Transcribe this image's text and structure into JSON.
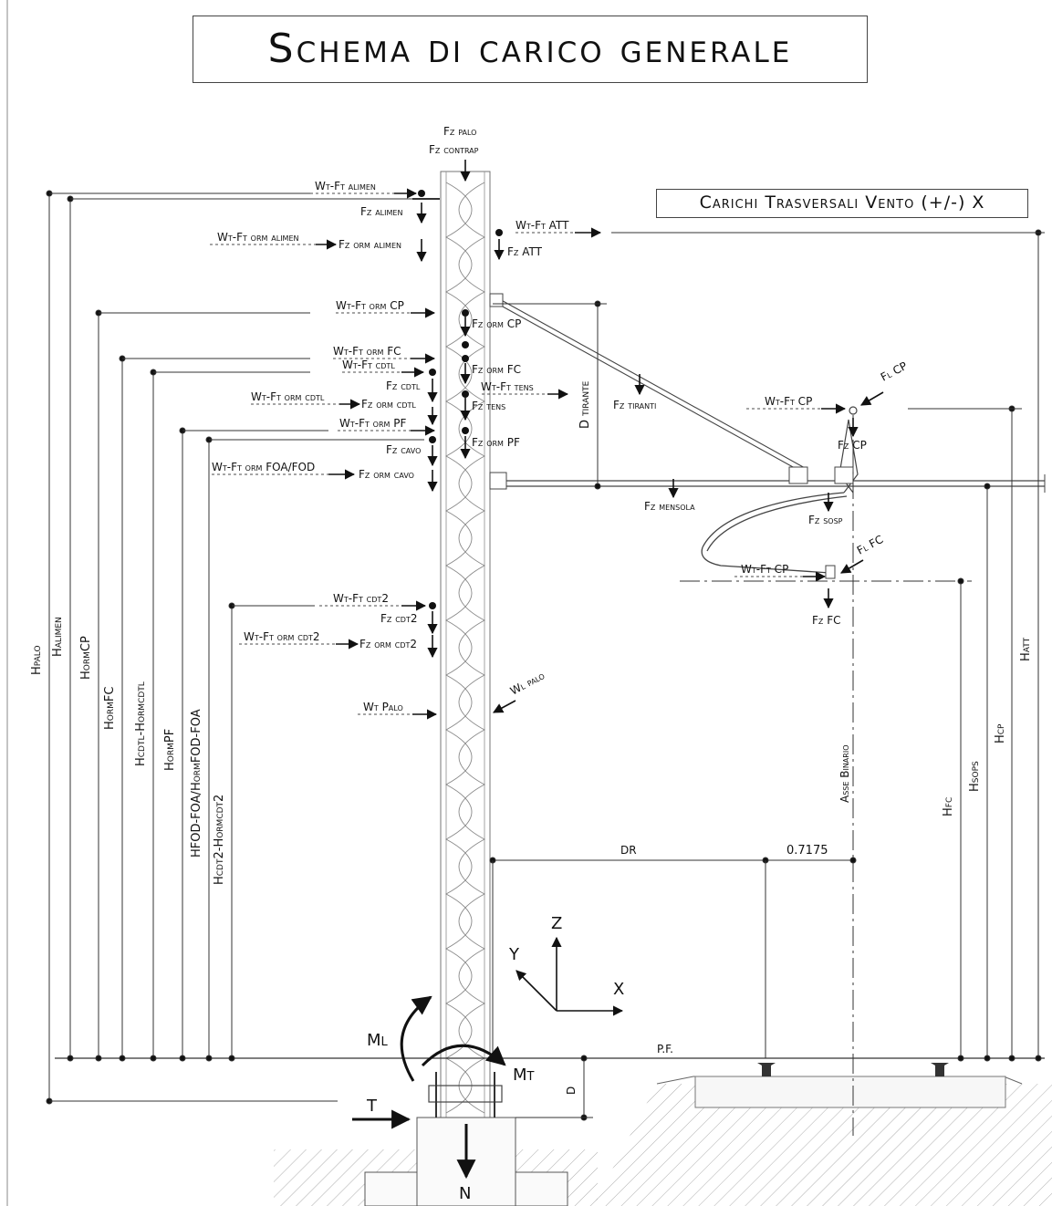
{
  "title": "Schema di carico generale",
  "subtitle": "Carichi Trasversali Vento (+/-) X",
  "labels": {
    "fz_palo": "Fz palo",
    "fz_contrap": "Fz contrap",
    "wt_ft_alimen": "Wt-Ft alimen",
    "fz_alimen": "Fz alimen",
    "wt_ft_orm_alimen": "Wt-Ft orm alimen",
    "fz_orm_alimen": "Fz orm alimen",
    "wt_ft_att": "Wt-Ft ATT",
    "fz_att": "Fz ATT",
    "wt_ft_orm_cp": "Wt-Ft orm CP",
    "fz_orm_cp": "Fz orm CP",
    "wt_ft_orm_fc": "Wt-Ft orm FC",
    "fz_orm_fc": "Fz orm FC",
    "wt_ft_cdt1": "Wt-Ft cdtl",
    "fz_cdt1": "Fz cdtl",
    "wt_ft_orm_cdt1": "Wt-Ft orm cdtl",
    "fz_orm_cdt1": "Fz orm cdtl",
    "wt_ft_tens": "Wt-Ft tens",
    "fz_tens": "Fz tens",
    "wt_ft_orm_pf": "Wt-Ft orm PF",
    "fz_orm_pf": "Fz orm PF",
    "fz_cavo": "Fz cavo",
    "wt_ft_orm_foa_fod": "Wt-Ft orm FOA/FOD",
    "fz_orm_cavo": "Fz orm cavo",
    "d_tirante": "D tirante",
    "fz_tiranti": "Fz tiranti",
    "wt_ft_cp": "Wt-Ft CP",
    "fl_cp": "Fl CP",
    "fz_cp": "Fz CP",
    "fz_mensola": "Fz mensola",
    "fz_sosp": "Fz sosp",
    "fl_fc": "Fl FC",
    "wt_ft_cp_2": "Wt-Ft CP",
    "fz_fc": "Fz FC",
    "wt_ft_cdt2": "Wt-Ft cdt2",
    "fz_cdt2": "Fz cdt2",
    "wt_ft_orm_cdt2": "Wt-Ft orm cdt2",
    "fz_orm_cdt2": "Fz orm cdt2",
    "wl_palo": "Wl palo",
    "wt_palo": "Wt Palo",
    "asse_binario": "Asse Binario",
    "dr": "DR",
    "dim_0_7175": "0.7175",
    "axis_z": "Z",
    "axis_y": "Y",
    "axis_x": "X",
    "ml": "Ml",
    "mt": "Mt",
    "t": "T",
    "n": "N",
    "d": "D",
    "pf": "P.F."
  },
  "heights_left": [
    "Hpalo",
    "Halimen",
    "HormCP",
    "HormFC",
    "Hcdtl-Hormcdtl",
    "HormPF",
    "HFOD-FOA/HormFOD-FOA",
    "Hcdt2-Hormcdt2"
  ],
  "heights_right": [
    "Hfc",
    "Hsops",
    "Hcp",
    "Hatt"
  ]
}
